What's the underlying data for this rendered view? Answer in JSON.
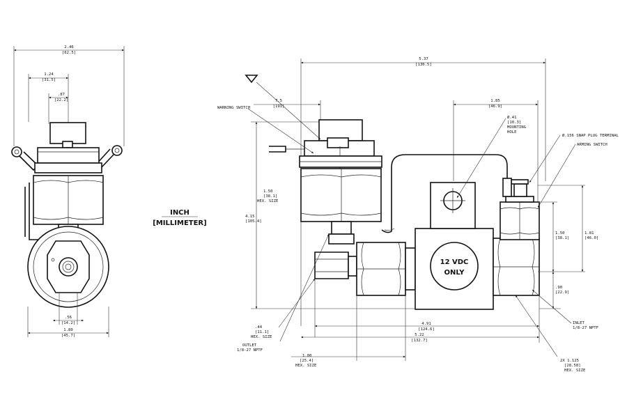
{
  "units": {
    "inch": "INCH",
    "millimeter": "[MILLIMETER]"
  },
  "body_label": {
    "line1": "12 VDC",
    "line2": "ONLY"
  },
  "left_view": {
    "overall_width": {
      "in": "2.46",
      "mm": "[62.5]"
    },
    "half_width": {
      "in": "1.24",
      "mm": "[31.5]"
    },
    "inner_width": {
      "in": ".87",
      "mm": "[22.2]"
    },
    "port_width": {
      "in": ".56",
      "mm": "[14.2]"
    },
    "base_width": {
      "in": "1.80",
      "mm": "[45.7]"
    }
  },
  "right_view": {
    "overall_length": {
      "in": "5.37",
      "mm": "[136.5]"
    },
    "switch_offset": {
      "in": "7.5",
      "mm": "[191]"
    },
    "hole_offset": {
      "in": "1.85",
      "mm": "[46.9]"
    },
    "mounting_hole": {
      "dia": "Ø.41",
      "mm": "[10.3]",
      "l1": "MOUNTING",
      "l2": "HOLE"
    },
    "snap_plug": "Ø.156 SNAP PLUG TERMINAL",
    "arming_switch": "ARMING SWITCH",
    "warning_switch": "WARNING SWITCH",
    "hex_top": {
      "in": "1.50",
      "mm": "[38.1]",
      "note": "HEX. SIZE"
    },
    "overall_height": {
      "in": "4.15",
      "mm": "[105.4]"
    },
    "inlet_height": {
      "in": "1.50",
      "mm": "[38.1]"
    },
    "arming_height": {
      "in": "1.81",
      "mm": "[46.0]"
    },
    "center_height": {
      "in": ".90",
      "mm": "[22.9]"
    },
    "hex_outlet": {
      "in": ".44",
      "mm": "[11.1]",
      "note": "HEX. SIZE"
    },
    "length_491": {
      "in": "4.91",
      "mm": "[124.6]"
    },
    "length_522": {
      "in": "5.22",
      "mm": "[132.7]"
    },
    "outlet": {
      "l1": "OUTLET",
      "l2": "1/8-27 NPTF"
    },
    "hex_100": {
      "in": "1.00",
      "mm": "[25.4]",
      "note": "HEX. SIZE"
    },
    "inlet": {
      "l1": "INLET",
      "l2": "1/8-27 NPTF"
    },
    "hex_2x": {
      "in": "2X 1.125",
      "mm": "[28.58]",
      "note": "HEX. SIZE"
    }
  }
}
